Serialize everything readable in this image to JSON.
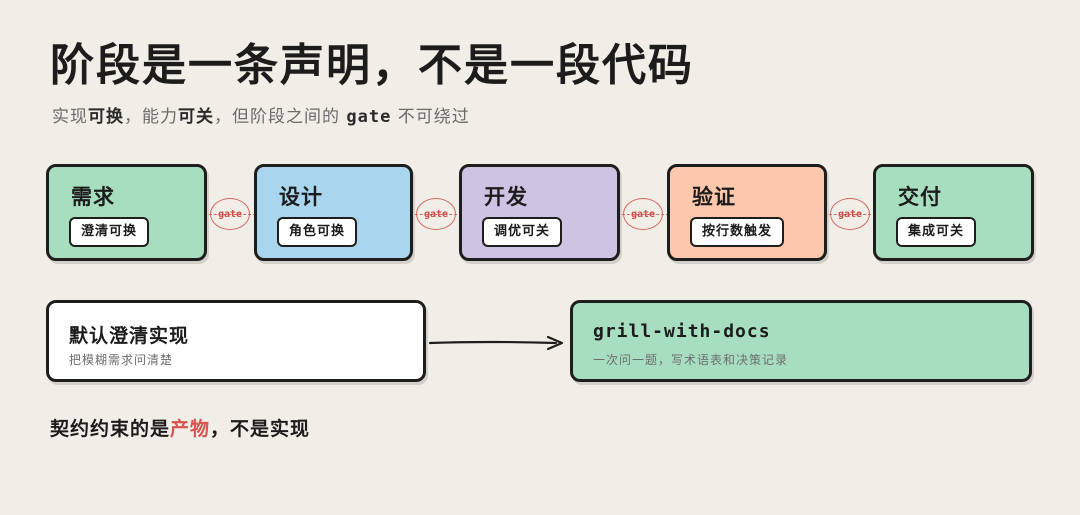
{
  "title": "阶段是一条声明，不是一段代码",
  "subtitle": {
    "p1": "实现",
    "e1": "可换",
    "p2": "，能力",
    "e2": "可关",
    "p3": "，但阶段之间的 ",
    "code": "gate",
    "p4": " 不可绕过"
  },
  "stages": [
    {
      "name": "需求",
      "chip": "澄清可换",
      "color": "#a7dec0"
    },
    {
      "name": "设计",
      "chip": "角色可换",
      "color": "#a9d6ee"
    },
    {
      "name": "开发",
      "chip": "调优可关",
      "color": "#cfc3e3"
    },
    {
      "name": "验证",
      "chip": "按行数触发",
      "color": "#fcc7ad"
    },
    {
      "name": "交付",
      "chip": "集成可关",
      "color": "#a7dec0"
    }
  ],
  "gate_label": "gate",
  "flow": {
    "left": {
      "title": "默认澄清实现",
      "subtitle": "把模糊需求问清楚",
      "color": "#ffffff"
    },
    "right": {
      "title": "grill-with-docs",
      "subtitle": "一次问一题，写术语表和决策记录",
      "color": "#a7dec0"
    }
  },
  "footer": {
    "p1": "契约约束的是",
    "hl": "产物",
    "p2": "，不是实现",
    "highlight_color": "#d9534f"
  }
}
